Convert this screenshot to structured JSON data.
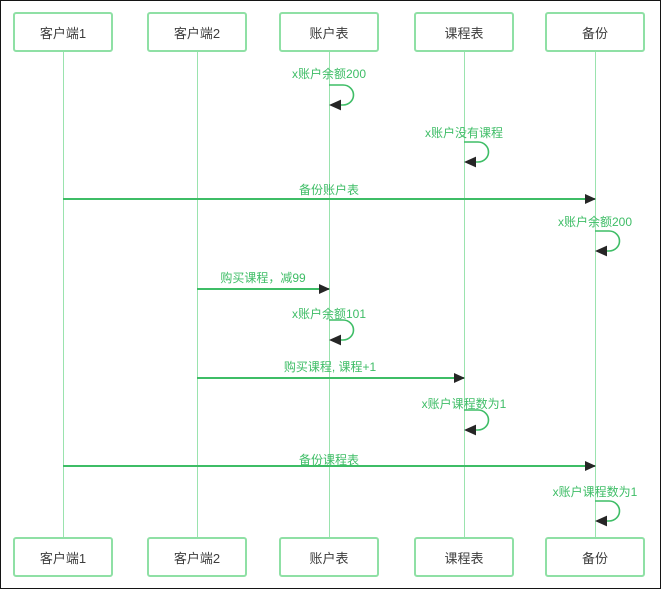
{
  "diagram": {
    "type": "uml-sequence",
    "accent_color": "#3ebd66",
    "box_border_color": "#8fe0a5",
    "lifeline_color": "#9ae3ae",
    "arrowhead_color": "#262626",
    "actors": [
      {
        "label": "客户端1"
      },
      {
        "label": "客户端2"
      },
      {
        "label": "账户表"
      },
      {
        "label": "课程表"
      },
      {
        "label": "备份"
      }
    ],
    "messages": [
      {
        "type": "self",
        "actor": "账户表",
        "label": "x账户余额200"
      },
      {
        "type": "self",
        "actor": "课程表",
        "label": "x账户没有课程"
      },
      {
        "type": "arrow",
        "from": "客户端1",
        "to": "备份",
        "label": "备份账户表"
      },
      {
        "type": "self",
        "actor": "备份",
        "label": "x账户余额200"
      },
      {
        "type": "arrow",
        "from": "客户端2",
        "to": "账户表",
        "label": "购买课程，减99"
      },
      {
        "type": "self",
        "actor": "账户表",
        "label": "x账户余额101"
      },
      {
        "type": "arrow",
        "from": "客户端2",
        "to": "课程表",
        "label": "购买课程, 课程+1"
      },
      {
        "type": "self",
        "actor": "课程表",
        "label": "x账户课程数为1"
      },
      {
        "type": "arrow",
        "from": "客户端1",
        "to": "备份",
        "label": "备份课程表"
      },
      {
        "type": "self",
        "actor": "备份",
        "label": "x账户课程数为1"
      }
    ]
  }
}
